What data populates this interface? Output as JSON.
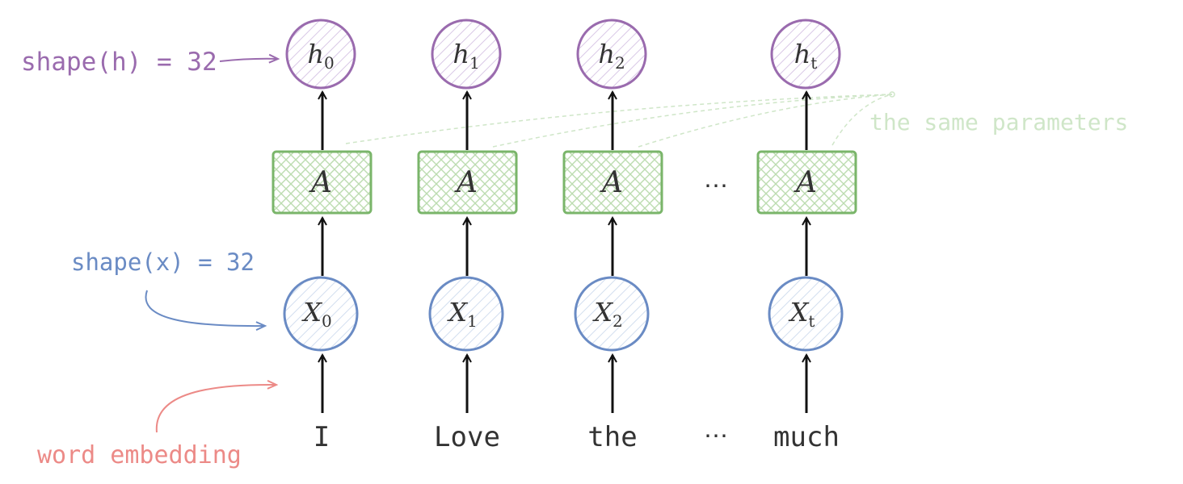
{
  "colors": {
    "hidden": "#9a6bae",
    "hidden_fill": "#e7dcf0",
    "cell": "#7ab56a",
    "cell_fill": "#d8ecd2",
    "input": "#6a8bc4",
    "input_fill": "#dde7f5",
    "embedding_label": "#ec8a87",
    "params_label": "#cfe6c8",
    "arrow": "#111111",
    "text": "#333333"
  },
  "labels": {
    "hidden_shape": "shape(h) = 32",
    "input_shape": "shape(x) = 32",
    "word_embedding": "word embedding",
    "same_parameters": "the same parameters",
    "ellipsis": "⋯"
  },
  "columns": [
    {
      "hidden": {
        "base": "h",
        "sub": "0"
      },
      "cell": "A",
      "input": {
        "base": "X",
        "sub": "0"
      },
      "word": "I"
    },
    {
      "hidden": {
        "base": "h",
        "sub": "1"
      },
      "cell": "A",
      "input": {
        "base": "X",
        "sub": "1"
      },
      "word": "Love"
    },
    {
      "hidden": {
        "base": "h",
        "sub": "2"
      },
      "cell": "A",
      "input": {
        "base": "X",
        "sub": "2"
      },
      "word": "the"
    },
    {
      "hidden": {
        "base": "h",
        "sub": "t"
      },
      "cell": "A",
      "input": {
        "base": "X",
        "sub": "t"
      },
      "word": "much"
    }
  ]
}
